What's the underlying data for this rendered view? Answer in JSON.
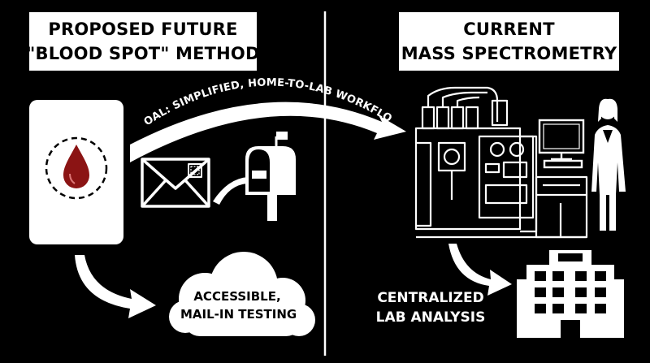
{
  "left_panel": {
    "title_line1": "PROPOSED FUTURE",
    "title_line2": "\"BLOOD SPOT\" METHOD",
    "goal_label": "GOAL: SIMPLIFIED, HOME-TO-LAB WORKFLOW",
    "cloud_line1": "ACCESSIBLE,",
    "cloud_line2": "MAIL-IN TESTING"
  },
  "right_panel": {
    "title_line1": "CURRENT",
    "title_line2": "MASS SPECTROMETRY",
    "result_line1": "CENTRALIZED",
    "result_line2": "LAB ANALYSIS"
  },
  "colors": {
    "background": "#000000",
    "foreground": "#ffffff",
    "blood": "#8b1414"
  },
  "icons": [
    "blood-drop-icon",
    "envelope-icon",
    "mailbox-icon",
    "mass-spectrometer-icon",
    "monitor-icon",
    "scientist-icon",
    "cloud-icon",
    "hospital-building-icon"
  ]
}
